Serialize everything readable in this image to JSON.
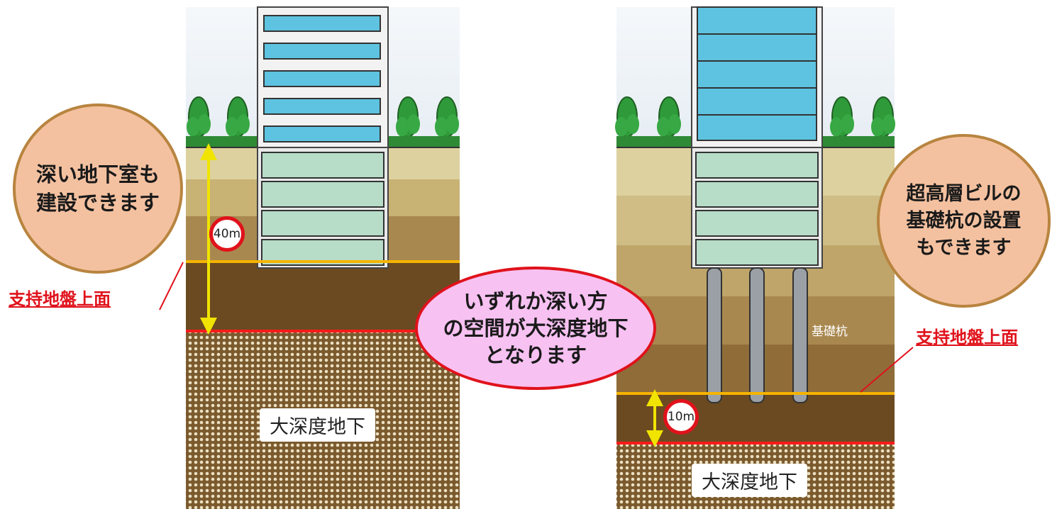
{
  "left_panel": {
    "bubble_text": "深い地下室も\n建設できます",
    "depth_badge": "40m",
    "surface_label": "支持地盤上面",
    "deep_label": "大深度地下"
  },
  "right_panel": {
    "bubble_text": "超高層ビルの\n基礎杭の設置\nもできます",
    "depth_badge": "10m",
    "surface_label": "支持地盤上面",
    "deep_label": "大深度地下",
    "pile_label": "基礎杭"
  },
  "center_bubble_text": "いずれか深い方\nの空間が大深度地下\nとなります",
  "colors": {
    "sky": "#eef3f7",
    "soil_layers": [
      "#ddd1a0",
      "#c8b274",
      "#b3955b",
      "#9a7741",
      "#7e5b2e"
    ],
    "bearing_stratum": "#6b4a22",
    "deep_ground": "#7b5a2d",
    "bearing_line": "#f5b400",
    "depth_limit_line": "#ff1a1a",
    "building_window": "#5ec3e0",
    "basement_floor": "#b7dcc8",
    "tree": "#2f9a3a",
    "arrow": "#f0e400",
    "bubble_fill": "#f4c1a0",
    "center_bubble_fill": "#f7c1f2"
  }
}
